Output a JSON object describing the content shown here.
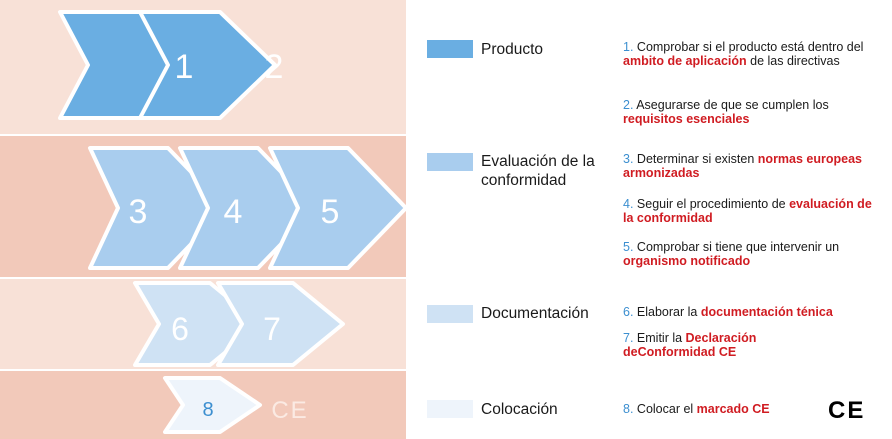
{
  "colors": {
    "band_light": "#f8e1d7",
    "band_dark": "#f2c9ba",
    "phase_producto": "#6aaee2",
    "phase_evaluacion": "#a9cdee",
    "phase_documentacion": "#cfe2f4",
    "phase_colocacion": "#eef4fb",
    "step_number": "#3c8fd0",
    "highlight": "#d01c22"
  },
  "arrows": [
    {
      "label": "1",
      "phase": "producto"
    },
    {
      "label": "2",
      "phase": "producto"
    },
    {
      "label": "3",
      "phase": "evaluacion"
    },
    {
      "label": "4",
      "phase": "evaluacion"
    },
    {
      "label": "5",
      "phase": "evaluacion"
    },
    {
      "label": "6",
      "phase": "documentacion"
    },
    {
      "label": "7",
      "phase": "documentacion"
    },
    {
      "label": "8",
      "phase": "colocacion"
    }
  ],
  "ce_faint": "CE",
  "legend": [
    {
      "label": "Producto"
    },
    {
      "label": "Evaluación de la conformidad"
    },
    {
      "label": "Documentación"
    },
    {
      "label": "Colocación"
    }
  ],
  "steps": [
    {
      "num": "1.",
      "pre": " Comprobar si el producto está dentro del ",
      "hl": "ambito de aplicación",
      "post": " de las directivas"
    },
    {
      "num": "2.",
      "pre": " Asegurarse de que se cumplen los ",
      "hl": "requisitos esenciales",
      "post": ""
    },
    {
      "num": "3.",
      "pre": " Determinar si existen ",
      "hl": "normas europeas armonizadas",
      "post": ""
    },
    {
      "num": "4.",
      "pre": " Seguir el procedimiento de ",
      "hl": "evaluación de la conformidad",
      "post": ""
    },
    {
      "num": "5.",
      "pre": " Comprobar si tiene que intervenir un ",
      "hl": "organismo notificado",
      "post": ""
    },
    {
      "num": "6.",
      "pre": " Elaborar la ",
      "hl": "documentación ténica",
      "post": ""
    },
    {
      "num": "7.",
      "pre": " Emitir la ",
      "hl": "Declaración deConformidad CE",
      "post": ""
    },
    {
      "num": "8.",
      "pre": " Colocar el ",
      "hl": "marcado CE",
      "post": ""
    }
  ],
  "ce_logo": "CE"
}
